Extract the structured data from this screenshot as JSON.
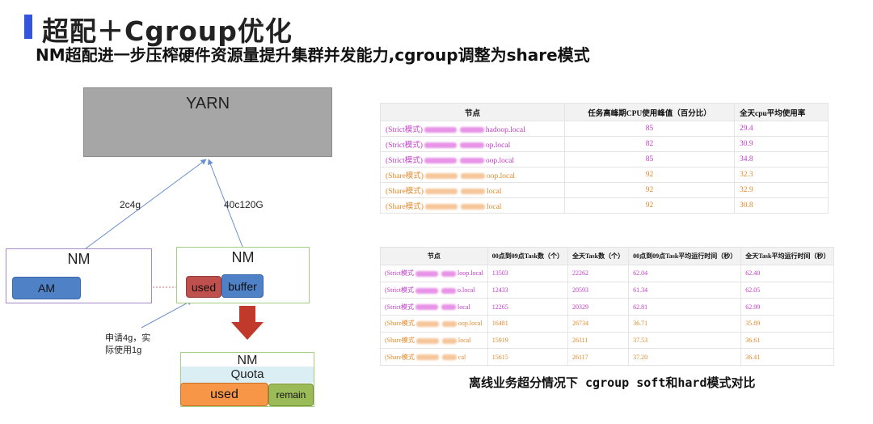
{
  "title": "超配＋Cgroup优化",
  "subtitle": "NM超配进一步压榨硬件资源量提升集群并发能力,cgroup调整为share模式",
  "colors": {
    "accent": "#3355dd",
    "strict_text": "#c03cc8",
    "share_text": "#e0892b",
    "arrow": "#c0392b",
    "edge": "#6a8fcf"
  },
  "diagram": {
    "yarn_label": "YARN",
    "edge_left_label": "2c4g",
    "edge_right_label": "40c120G",
    "nm_left": {
      "label": "NM",
      "am_label": "AM"
    },
    "nm_right": {
      "label": "NM",
      "used_label": "used",
      "buffer_label": "buffer"
    },
    "note_line1": "申请4g，实",
    "note_line2": "际使用1g",
    "nm_bottom": {
      "label": "NM",
      "quota_label": "Quota",
      "used_label": "used",
      "remain_label": "remain"
    }
  },
  "table1": {
    "headers": [
      "节点",
      "任务高峰期CPU使用峰值（百分比）",
      "全天cpu平均使用率"
    ],
    "rows": [
      {
        "mode": "(Strict模式)",
        "node_visible": "hadoop.local",
        "peak": "85",
        "avg": "29.4"
      },
      {
        "mode": "(Strict模式)",
        "node_visible": "op.local",
        "peak": "82",
        "avg": "30.9"
      },
      {
        "mode": "(Strict模式)",
        "node_visible": "oop.local",
        "peak": "85",
        "avg": "34.8"
      },
      {
        "mode": "(Share模式)",
        "node_visible": "oop.local",
        "peak": "92",
        "avg": "32.3"
      },
      {
        "mode": "(Share模式)",
        "node_visible": "local",
        "peak": "92",
        "avg": "32.9"
      },
      {
        "mode": "(Share模式)",
        "node_visible": "local",
        "peak": "92",
        "avg": "30.8"
      }
    ]
  },
  "table2": {
    "headers": [
      "节点",
      "00点到09点Task数（个）",
      "全天Task数（个）",
      "00点到09点Task平均运行时间（秒）",
      "全天Task平均运行时间（秒）"
    ],
    "rows": [
      {
        "mode": "(Strict模式",
        "node_visible": "loop.local",
        "c1": "13503",
        "c2": "22262",
        "c3": "62.04",
        "c4": "62.40"
      },
      {
        "mode": "(Strict模式",
        "node_visible": "o.local",
        "c1": "12433",
        "c2": "20593",
        "c3": "61.34",
        "c4": "62.05"
      },
      {
        "mode": "(Strict模式",
        "node_visible": "local",
        "c1": "12265",
        "c2": "20329",
        "c3": "62.81",
        "c4": "62.99"
      },
      {
        "mode": "(Share模式",
        "node_visible": "oop.local",
        "c1": "16481",
        "c2": "26734",
        "c3": "36.71",
        "c4": "35.89"
      },
      {
        "mode": "(Share模式",
        "node_visible": "local",
        "c1": "15919",
        "c2": "26111",
        "c3": "37.53",
        "c4": "36.61"
      },
      {
        "mode": "(Share模式",
        "node_visible": "cal",
        "c1": "15615",
        "c2": "26117",
        "c3": "37.20",
        "c4": "36.41"
      }
    ]
  },
  "caption": "离线业务超分情况下 cgroup soft和hard模式对比"
}
